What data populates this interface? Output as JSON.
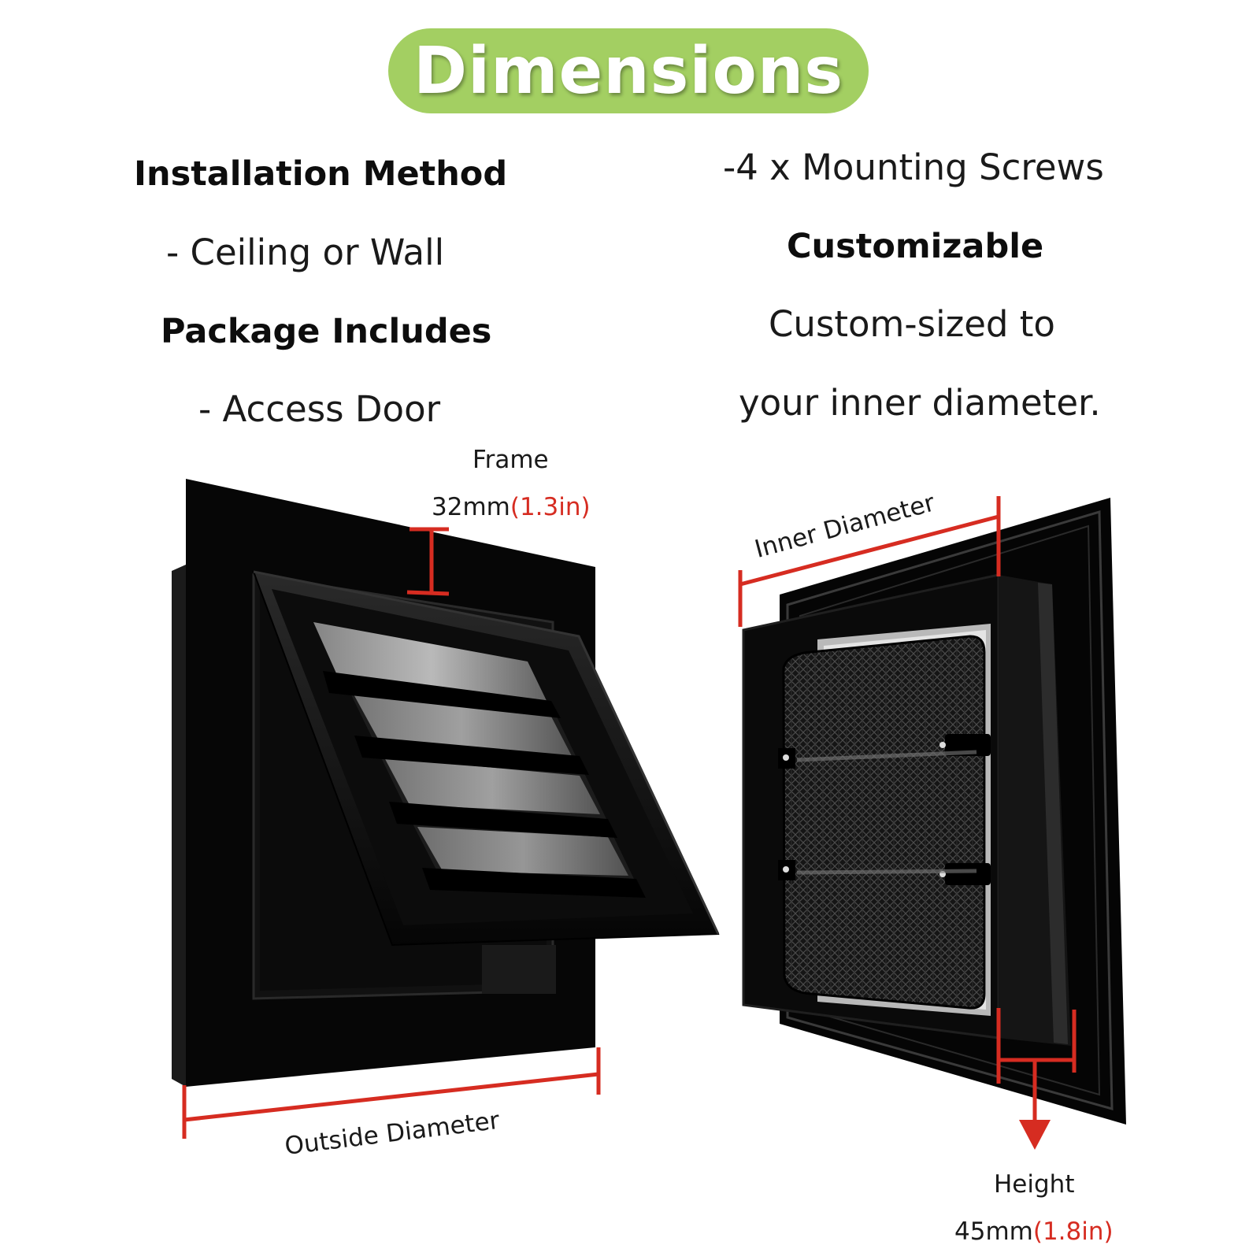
{
  "title": "Dimensions",
  "left_info": {
    "installation_heading": "Installation Method",
    "installation_value": "- Ceiling or Wall",
    "package_heading": "Package Includes",
    "package_item_1": "- Access Door"
  },
  "right_info": {
    "package_item_2": "-4 x Mounting Screws",
    "custom_heading": "Customizable",
    "custom_line_1": "Custom-sized to",
    "custom_line_2": "your inner diameter."
  },
  "labels": {
    "frame": "Frame",
    "frame_mm": "32mm",
    "frame_in": "(1.3in)",
    "outside_diameter": "Outside Diameter",
    "inner_diameter": "Inner Diameter",
    "height": "Height",
    "height_mm": "45mm",
    "height_in": "(1.8in)"
  },
  "colors": {
    "badge_green": "#a3cf62",
    "dimension_red": "#d62c21",
    "product_black": "#0a0a0a"
  }
}
